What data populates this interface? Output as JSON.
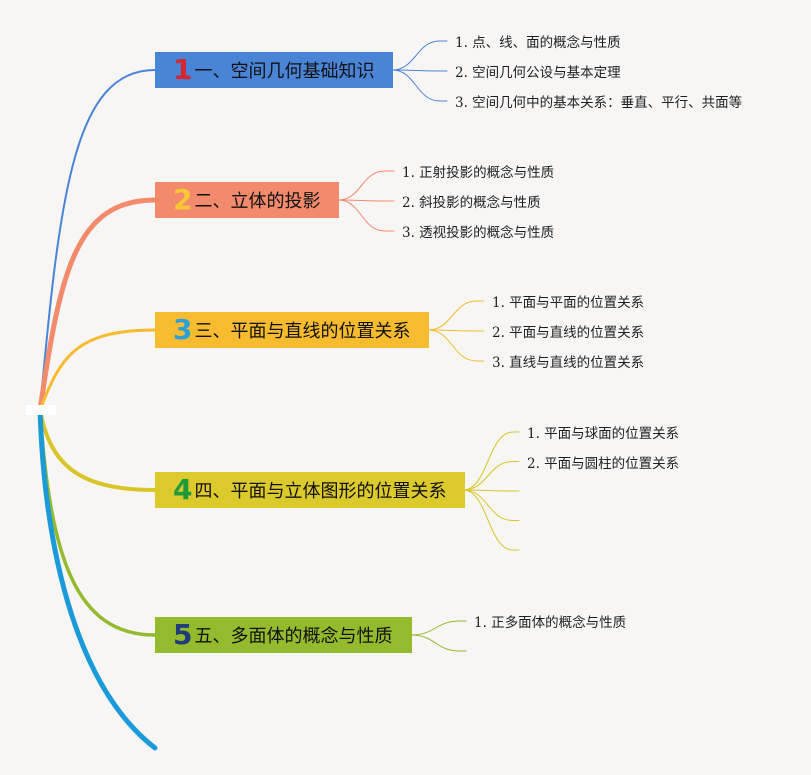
{
  "colors": {
    "background": "#f7f6f5",
    "root_node": "#ffffff"
  },
  "branches": [
    {
      "id": "b1",
      "number": "1",
      "label": "一、空间几何基础知识",
      "box_color": "#4a84d6",
      "number_color": "#d8262e",
      "curve_color": "#4a84d6",
      "leaves": [
        "1. 点、线、面的概念与性质",
        "2. 空间几何公设与基本定理",
        "3. 空间几何中的基本关系：垂直、平行、共面等"
      ]
    },
    {
      "id": "b2",
      "number": "2",
      "label": "二、立体的投影",
      "box_color": "#f28a6b",
      "number_color": "#f6c737",
      "curve_color": "#f28a6b",
      "leaves": [
        "1. 正射投影的概念与性质",
        "2. 斜投影的概念与性质",
        "3. 透视投影的概念与性质"
      ]
    },
    {
      "id": "b3",
      "number": "3",
      "label": "三、平面与直线的位置关系",
      "box_color": "#f6bb2e",
      "number_color": "#2ea0d8",
      "curve_color": "#f6bb2e",
      "leaves": [
        "1. 平面与平面的位置关系",
        "2. 平面与直线的位置关系",
        "3. 直线与直线的位置关系"
      ]
    },
    {
      "id": "b4",
      "number": "4",
      "label": "四、平面与立体图形的位置关系",
      "box_color": "#dcc92c",
      "number_color": "#1f9a3a",
      "curve_color": "#d9c52a",
      "leaves": [
        "1. 平面与球面的位置关系",
        "2. 平面与圆柱的位置关系",
        "",
        "",
        ""
      ]
    },
    {
      "id": "b5",
      "number": "5",
      "label": "五、多面体的概念与性质",
      "box_color": "#94ba2e",
      "number_color": "#1f3d7a",
      "curve_color": "#94ba2e",
      "leaves": [
        "1. 正多面体的概念与性质",
        ""
      ]
    }
  ],
  "tail_color": "#1a9ad8"
}
